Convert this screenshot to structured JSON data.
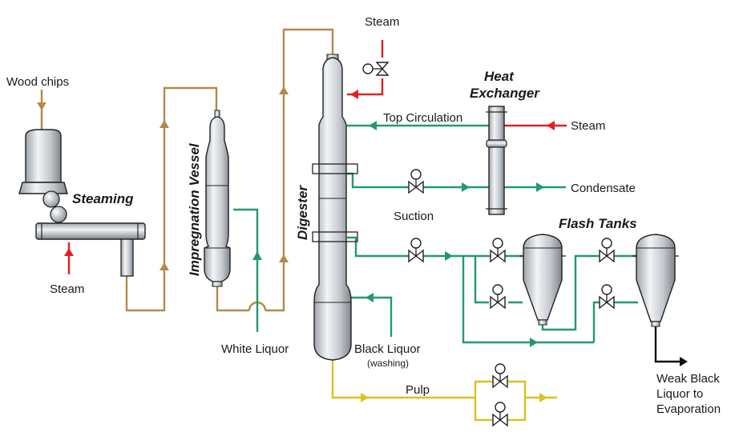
{
  "labels": {
    "wood_chips": "Wood chips",
    "steaming": "Steaming",
    "steam_bottom": "Steam",
    "impregnation_vessel": "Impregnation Vessel",
    "white_liquor": "White Liquor",
    "digester": "Digester",
    "steam_top": "Steam",
    "top_circulation": "Top Circulation",
    "heat_exchanger_1": "Heat",
    "heat_exchanger_2": "Exchanger",
    "steam_hx": "Steam",
    "condensate": "Condensate",
    "suction": "Suction",
    "flash_tanks": "Flash Tanks",
    "black_liquor": "Black Liquor",
    "washing": "(washing)",
    "pulp": "Pulp",
    "weak_black_1": "Weak Black",
    "weak_black_2": "Liquor to",
    "weak_black_3": "Evaporation"
  },
  "colors": {
    "chips_line": "#b5894a",
    "liquor_line": "#229970",
    "steam_line": "#e0201e",
    "pulp_line": "#d9c21f",
    "weak_black_line": "#111111",
    "vessel_fill": "#c7ccd1"
  },
  "icons": [
    "valve-icon",
    "flow-arrow-icon"
  ]
}
